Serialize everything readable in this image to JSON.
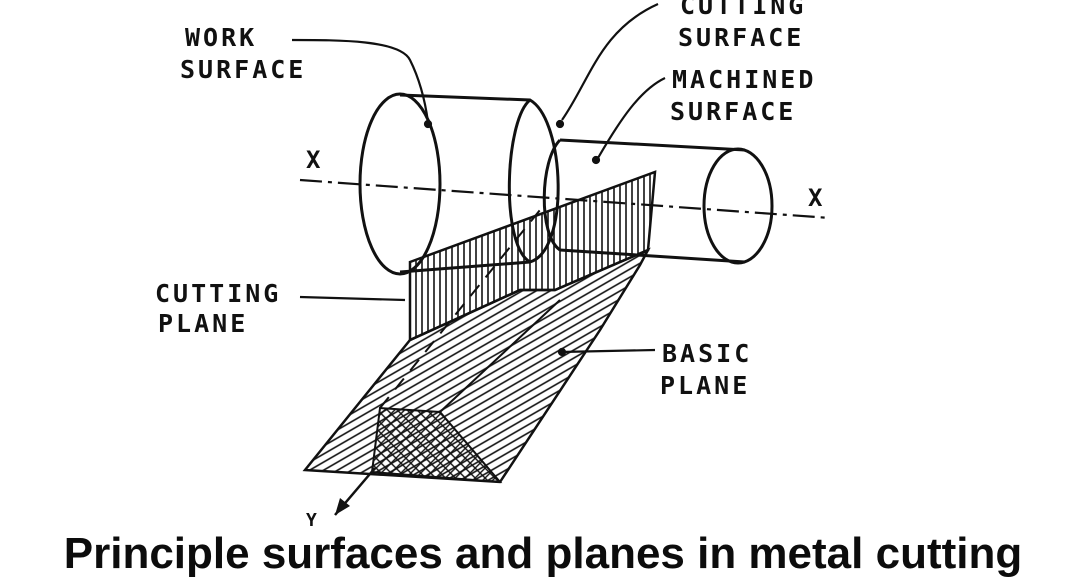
{
  "labels": {
    "work_surface": [
      "WORK",
      "SURFACE"
    ],
    "cutting_surface": [
      "CUTTING",
      "SURFACE"
    ],
    "machined_surface": [
      "MACHINED",
      "SURFACE"
    ],
    "cutting_plane": [
      "CUTTING",
      "PLANE"
    ],
    "basic_plane": [
      "BASIC",
      "PLANE"
    ]
  },
  "axes": {
    "x_left": "X",
    "x_right": "X",
    "y": "Y"
  },
  "caption": "Principle surfaces and planes in metal cutting"
}
